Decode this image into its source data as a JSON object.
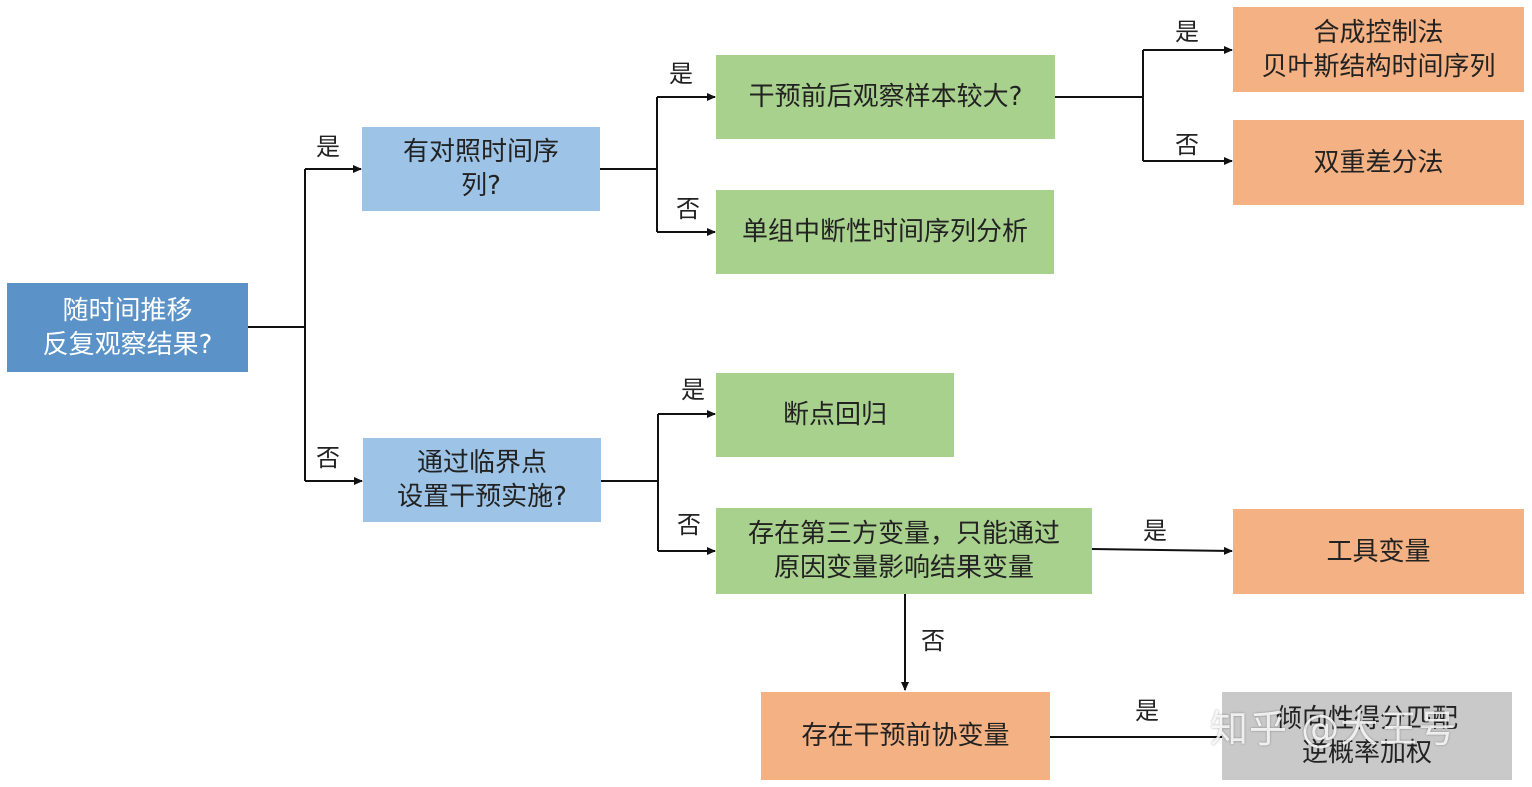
{
  "colors": {
    "root": "#5b93c9",
    "question": "#9dc3e6",
    "green": "#a9d18e",
    "orange": "#f4b183",
    "gray": "#c9c9c9",
    "line": "#111111"
  },
  "nodes": {
    "root": "随时间推移\n反复观察结果?",
    "q_control": "有对照时间序\n列?",
    "q_threshold": "通过临界点\n设置干预实施?",
    "q_sample": "干预前后观察样本较大?",
    "single_its": "单组中断性时间序列分析",
    "rdd": "断点回归",
    "q_third_var": "存在第三方变量，只能通过\n原因变量影响结果变量",
    "synthetic": "合成控制法\n贝叶斯结构时间序列",
    "did": "双重差分法",
    "iv": "工具变量",
    "q_covariate": "存在干预前协变量",
    "psm": "倾向性得分匹配\n逆概率加权"
  },
  "labels": {
    "yes": "是",
    "no": "否"
  },
  "watermark": "知乎 @大王号"
}
